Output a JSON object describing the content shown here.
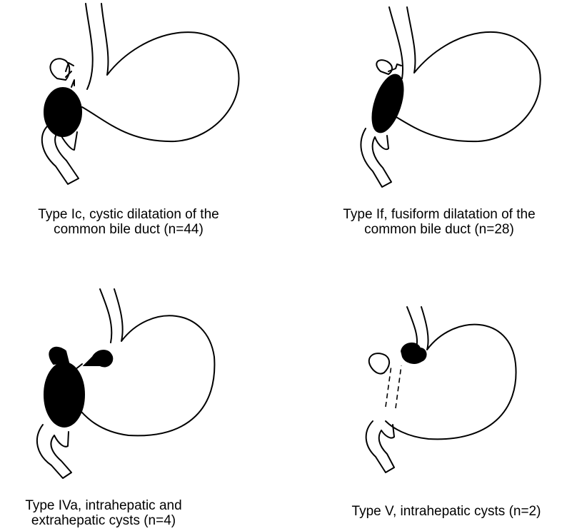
{
  "panels": [
    {
      "type": "Ic",
      "caption_line1": "Type Ic, cystic dilatation of the",
      "caption_line2": "common bile duct (n=44)"
    },
    {
      "type": "If",
      "caption_line1": "Type If, fusiform dilatation of the",
      "caption_line2": "common bile duct (n=28)"
    },
    {
      "type": "IVa",
      "caption_line1": "Type IVa, intrahepatic and",
      "caption_line2": "extrahepatic cysts (n=4)"
    },
    {
      "type": "V",
      "caption_line1": "Type V, intrahepatic cysts (n=2)",
      "caption_line2": ""
    }
  ],
  "colors": {
    "ink": "#000000",
    "background": "#ffffff"
  }
}
